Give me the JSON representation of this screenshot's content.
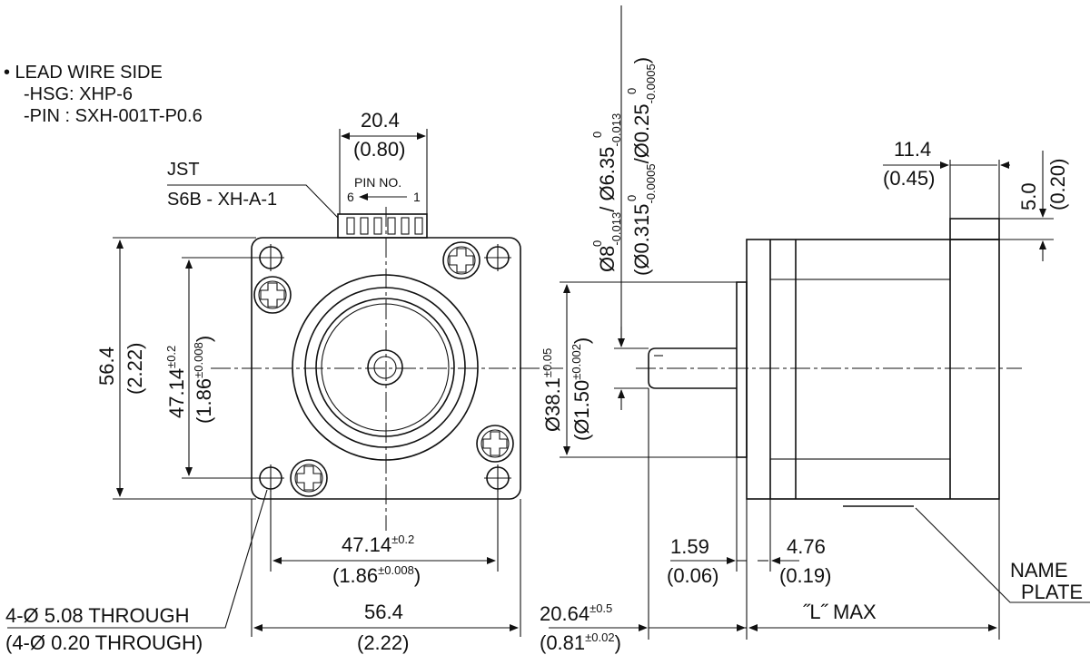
{
  "notes": {
    "lead_wire_side": "• LEAD WIRE SIDE",
    "hsg": "-HSG: XHP-6",
    "pin": "-PIN  : SXH-001T-P0.6"
  },
  "connector": {
    "width_mm": "20.4",
    "width_in": "(0.80)",
    "label_line1": "JST",
    "label_line2": "S6B - XH-A-1",
    "pin_no": "PIN  NO.",
    "pin_6": "6",
    "pin_1": "1"
  },
  "front_view": {
    "height_mm": "56.4",
    "height_in": "(2.22)",
    "hole_pitch_v_mm": "47.14",
    "hole_pitch_v_mm_tol": "±0.2",
    "hole_pitch_v_in": "(1.86",
    "hole_pitch_v_in_tol": "±0.008",
    "hole_pitch_v_in_close": ")",
    "hole_pitch_h_mm": "47.14",
    "hole_pitch_h_mm_tol": "±0.2",
    "hole_pitch_h_in": "(1.86",
    "hole_pitch_h_in_tol": "±0.008",
    "hole_pitch_h_in_close": ")",
    "width_mm": "56.4",
    "width_in": "(2.22)",
    "holes_mm": "4-Ø 5.08 THROUGH",
    "holes_in": "(4-Ø 0.20 THROUGH)"
  },
  "side_view": {
    "shaft_dia_mm": "Ø8",
    "shaft_dia_mm_tol": "-0.013",
    "shaft_dia_mm_tol_top": "0",
    "shaft_dia_mm_b": "/ Ø6.35",
    "shaft_dia_mm_b_tol": "-0.013",
    "shaft_dia_mm_b_tol_top": "0",
    "shaft_dia_in": "(Ø0.315",
    "shaft_dia_in_tol": "-0.0005",
    "shaft_dia_in_tol_top": "0",
    "shaft_dia_in_b": "/Ø0.25",
    "shaft_dia_in_b_tol": "-0.0005",
    "shaft_dia_in_b_tol_top": "0",
    "shaft_dia_in_close": ")",
    "pilot_dia_mm": "Ø38.1",
    "pilot_dia_mm_tol": "±0.05",
    "pilot_dia_in": "(Ø1.50",
    "pilot_dia_in_tol": "±0.002",
    "pilot_dia_in_close": ")",
    "connector_offset_mm": "11.4",
    "connector_offset_in": "(0.45)",
    "connector_height_mm": "5.0",
    "connector_height_in": "(0.20)",
    "pilot_len_mm": "1.59",
    "pilot_len_in": "(0.06)",
    "flange_mm": "4.76",
    "flange_in": "(0.19)",
    "shaft_len_mm": "20.64",
    "shaft_len_mm_tol": "±0.5",
    "shaft_len_in": "(0.81",
    "shaft_len_in_tol": "±0.02",
    "shaft_len_in_close": ")",
    "length": "˝L˝ MAX",
    "nameplate_1": "NAME",
    "nameplate_2": "PLATE"
  }
}
